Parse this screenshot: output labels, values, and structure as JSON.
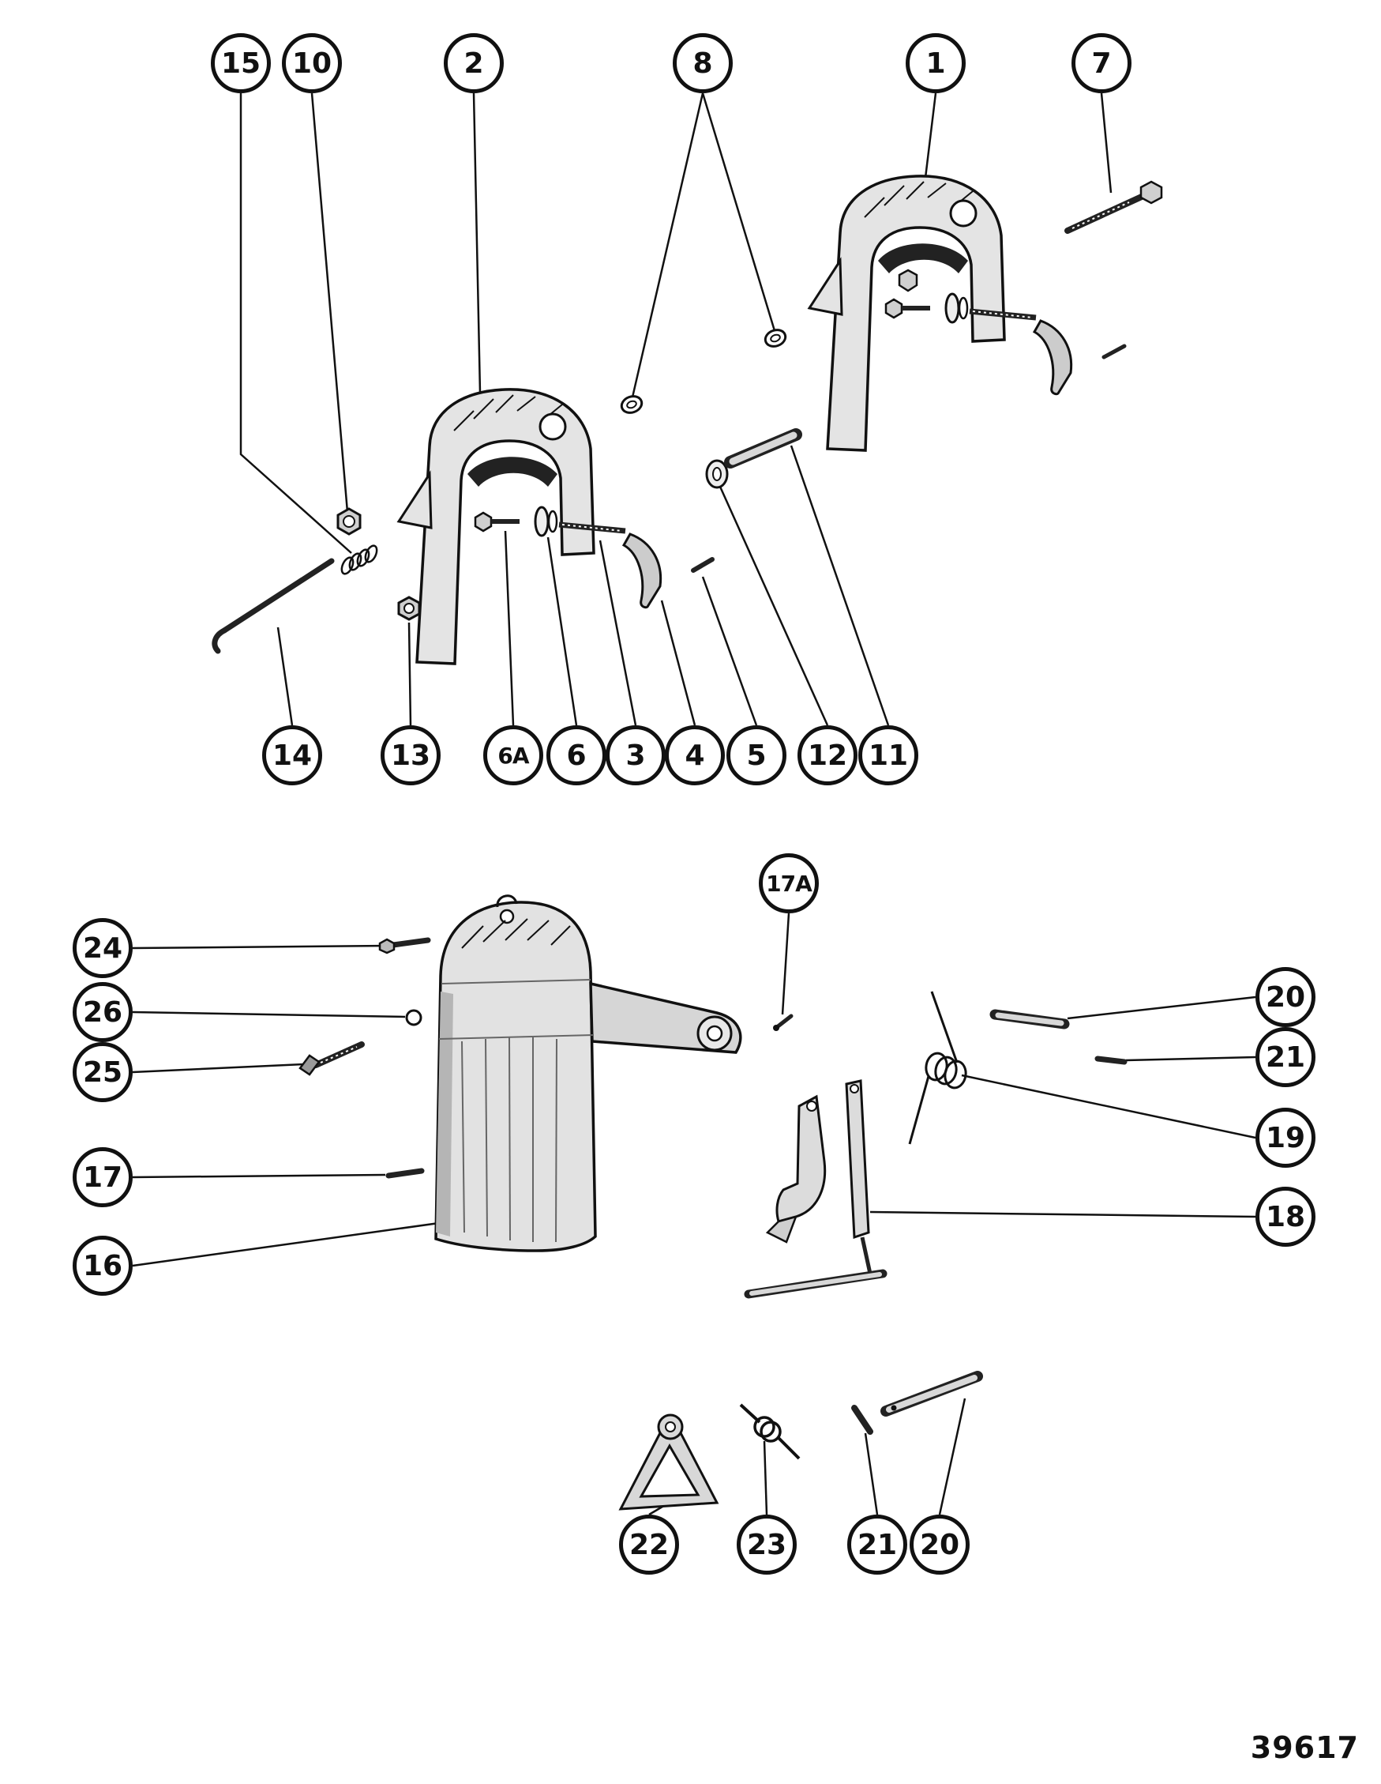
{
  "figure": {
    "type": "exploded-parts-diagram",
    "drawing_number": "39617"
  },
  "callouts": [
    {
      "label": "15"
    },
    {
      "label": "10"
    },
    {
      "label": "2"
    },
    {
      "label": "8"
    },
    {
      "label": "1"
    },
    {
      "label": "7"
    },
    {
      "label": "14"
    },
    {
      "label": "13"
    },
    {
      "label": "6A"
    },
    {
      "label": "6"
    },
    {
      "label": "3"
    },
    {
      "label": "4"
    },
    {
      "label": "5"
    },
    {
      "label": "12"
    },
    {
      "label": "11"
    },
    {
      "label": "17A"
    },
    {
      "label": "24"
    },
    {
      "label": "26"
    },
    {
      "label": "25"
    },
    {
      "label": "17"
    },
    {
      "label": "16"
    },
    {
      "label": "20"
    },
    {
      "label": "21"
    },
    {
      "label": "19"
    },
    {
      "label": "18"
    },
    {
      "label": "22"
    },
    {
      "label": "23"
    },
    {
      "label": "21"
    },
    {
      "label": "20"
    }
  ]
}
